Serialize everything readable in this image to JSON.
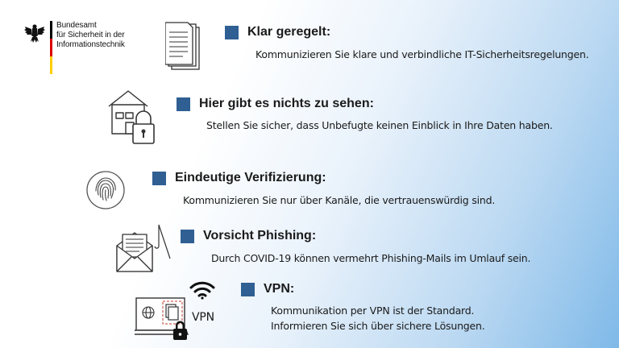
{
  "logo": {
    "lines": [
      "Bundesamt",
      "für Sicherheit in der",
      "Informationstechnik"
    ],
    "flag_colors": [
      "#000000",
      "#dd0000",
      "#ffce00"
    ]
  },
  "items": [
    {
      "heading": "Klar geregelt:",
      "description": [
        "Kommunizieren Sie klare und verbindliche IT-Sicherheitsregelungen."
      ],
      "icon": "document-stack-icon"
    },
    {
      "heading": "Hier gibt es nichts zu sehen:",
      "description": [
        "Stellen Sie sicher, dass Unbefugte keinen Einblick in Ihre Daten haben."
      ],
      "icon": "house-lock-icon"
    },
    {
      "heading": "Eindeutige Verifizierung:",
      "description": [
        "Kommunizieren Sie nur über Kanäle, die vertrauenswürdig sind."
      ],
      "icon": "fingerprint-icon"
    },
    {
      "heading": "Vorsicht Phishing:",
      "description": [
        "Durch COVID-19 können vermehrt Phishing-Mails im Umlauf sein."
      ],
      "icon": "phishing-mail-icon"
    },
    {
      "heading": "VPN:",
      "description": [
        "Kommunikation per VPN ist der Standard.",
        "Informieren Sie sich über sichere Lösungen."
      ],
      "icon": "vpn-laptop-icon",
      "icon_label": "VPN"
    }
  ],
  "colors": {
    "bullet": "#2f5f93",
    "gradient_end": "#7fb9e8"
  }
}
